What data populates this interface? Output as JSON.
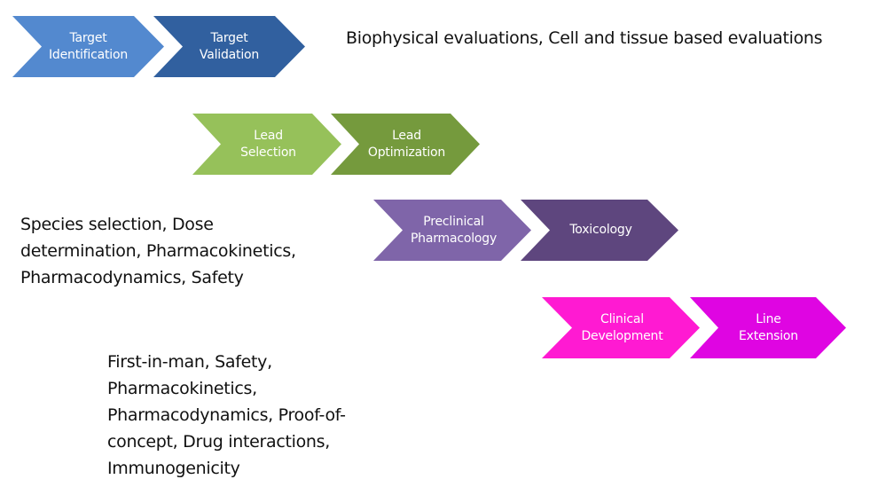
{
  "diagram": {
    "type": "drug-development-pipeline",
    "stages": [
      {
        "id": "target-identification",
        "lines": [
          "Target",
          "Identification"
        ],
        "color": "#5389cf",
        "row": 1,
        "order": 1
      },
      {
        "id": "target-validation",
        "lines": [
          "Target",
          "Validation"
        ],
        "color": "#31609f",
        "row": 1,
        "order": 2
      },
      {
        "id": "lead-selection",
        "lines": [
          "Lead",
          "Selection"
        ],
        "color": "#96c15a",
        "row": 2,
        "order": 3
      },
      {
        "id": "lead-optimization",
        "lines": [
          "Lead",
          "Optimization"
        ],
        "color": "#759a3d",
        "row": 2,
        "order": 4
      },
      {
        "id": "preclinical-pharmacology",
        "lines": [
          "Preclinical",
          "Pharmacology"
        ],
        "color": "#7f65a9",
        "row": 3,
        "order": 5
      },
      {
        "id": "toxicology",
        "lines": [
          "Toxicology"
        ],
        "color": "#5e467e",
        "row": 3,
        "order": 6
      },
      {
        "id": "clinical-development",
        "lines": [
          "Clinical",
          "Development"
        ],
        "color": "#ff1ad2",
        "row": 4,
        "order": 7
      },
      {
        "id": "line-extension",
        "lines": [
          "Line",
          "Extension"
        ],
        "color": "#df05e2",
        "row": 4,
        "order": 8
      }
    ],
    "notes": [
      {
        "id": "target-phase-note",
        "lines": [
          "Biophysical evaluations, Cell and tissue based evaluations"
        ]
      },
      {
        "id": "preclinical-phase-note",
        "lines": [
          "Species selection, Dose",
          "determination, Pharmacokinetics,",
          "Pharmacodynamics, Safety"
        ]
      },
      {
        "id": "clinical-phase-note",
        "lines": [
          "First-in-man, Safety,",
          "Pharmacokinetics,",
          "Pharmacodynamics, Proof-of-",
          "concept, Drug interactions,",
          "Immunogenicity"
        ]
      }
    ]
  }
}
